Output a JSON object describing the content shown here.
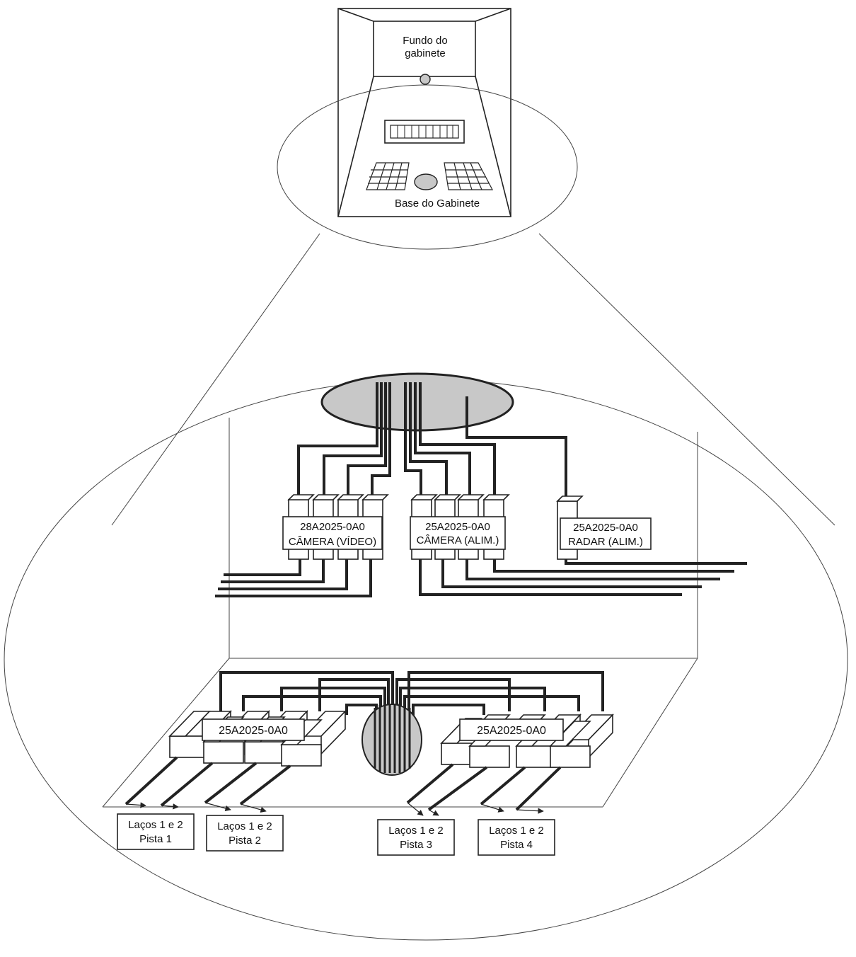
{
  "cabinet": {
    "back_label_line1": "Fundo do",
    "back_label_line2": "gabinete",
    "base_label": "Base do Gabinete"
  },
  "upper_panel": {
    "group_video": {
      "code": "28A2025-0A0",
      "desc": "CÂMERA (VÍDEO)"
    },
    "group_power": {
      "code": "25A2025-0A0",
      "desc": "CÂMERA (ALIM.)"
    },
    "group_radar": {
      "code": "25A2025-0A0",
      "desc": "RADAR (ALIM.)"
    }
  },
  "lower_panel": {
    "group_left": {
      "code": "25A2025-0A0"
    },
    "group_right": {
      "code": "25A2025-0A0"
    }
  },
  "loops": [
    {
      "line1": "Laços 1 e 2",
      "line2": "Pista 1"
    },
    {
      "line1": "Laços 1 e 2",
      "line2": "Pista 2"
    },
    {
      "line1": "Laços 1 e 2",
      "line2": "Pista 3"
    },
    {
      "line1": "Laços 1 e 2",
      "line2": "Pista 4"
    }
  ],
  "colors": {
    "line": "#222222",
    "fill_grey": "#c8c8c8",
    "background": "#ffffff"
  }
}
